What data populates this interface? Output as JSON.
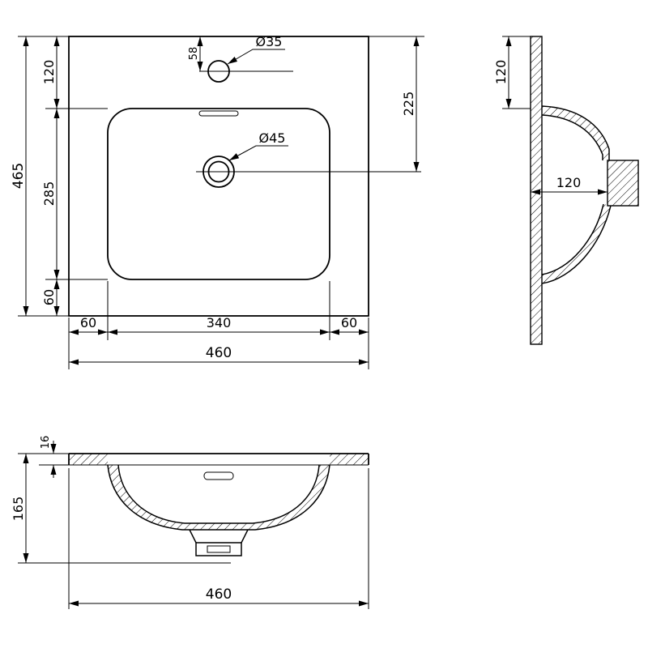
{
  "drawing": {
    "background": "#ffffff",
    "line_color": "#000000",
    "plan": {
      "overall_depth": "465",
      "front_margin": "120",
      "basin_depth": "285",
      "back_margin": "60",
      "faucet_offset": "58",
      "faucet_hole_dia": "Ø35",
      "drain_offset": "225",
      "drain_hole_dia": "Ø45",
      "left_margin": "60",
      "basin_width": "340",
      "right_margin": "60",
      "overall_width": "460"
    },
    "side": {
      "front_margin": "120",
      "bowl_depth": "120"
    },
    "front": {
      "deck_thickness": "16",
      "overall_height": "165",
      "overall_width": "460"
    }
  }
}
